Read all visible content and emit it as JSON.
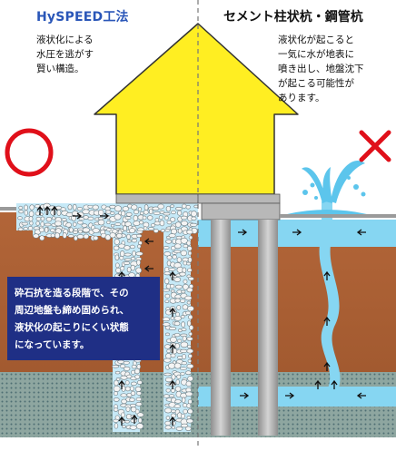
{
  "left": {
    "title": "HySPEED工法",
    "description": "液状化による\n水圧を逃がす\n賢い構造。",
    "mark": "circle-mark",
    "callout": "砕石抗を造る段階で、その\n周辺地盤も締め固められ、\n液状化の起こりにくい状態\nになっています。"
  },
  "right": {
    "title": "セメント柱状杭・鋼管杭",
    "description": "液状化が起こると\n一気に水が地表に\n噴き出し、地盤沈下\nが起こる可能性が\nあります。",
    "mark": "cross-mark"
  },
  "colors": {
    "title_left": "#2a56b8",
    "house": "#ffee22",
    "house_outline": "#333333",
    "soil": "#b5673a",
    "soil_dark": "#8e4a25",
    "water": "#86d6f2",
    "gravel_bg": "#c6e9f7",
    "stone": "#f2f2f2",
    "pile": "#a8a8a8",
    "foundation": "#b8b8b8",
    "mark": "#e0101a",
    "callout_bg": "#1f2f85",
    "arrow": "#111111"
  }
}
